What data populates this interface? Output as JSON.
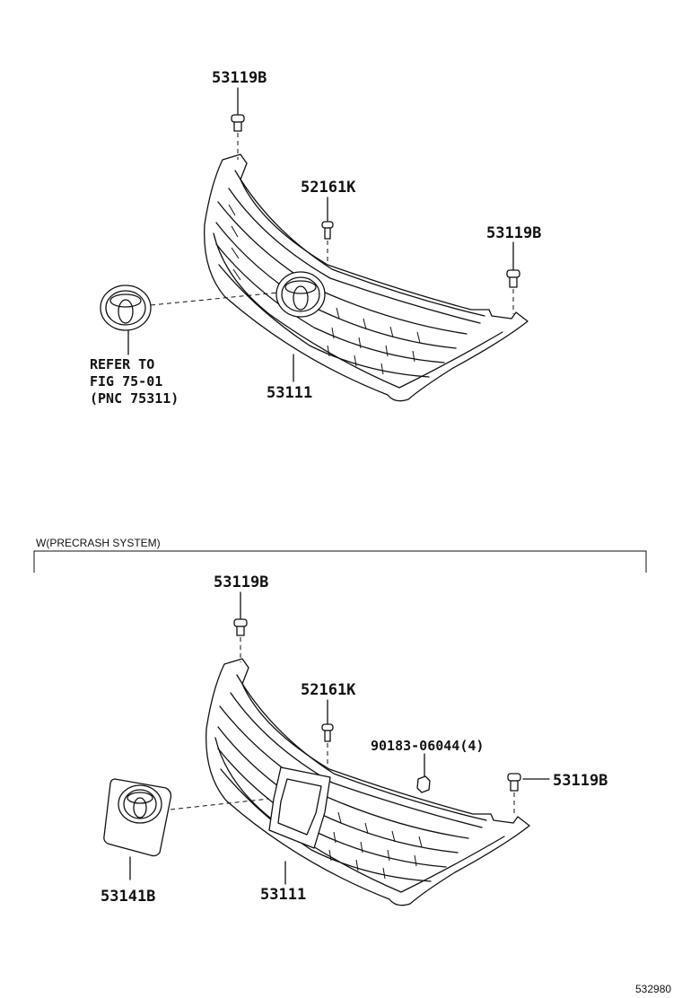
{
  "upper": {
    "clip_top": "53119B",
    "clip_mid": "52161K",
    "clip_right": "53119B",
    "grille": "53111",
    "refer_line1": "REFER TO",
    "refer_line2": "FIG 75-01",
    "refer_line3": "(PNC 75311)"
  },
  "lower": {
    "section_title": "W(PRECRASH SYSTEM)",
    "clip_top": "53119B",
    "clip_mid": "52161K",
    "nut": "90183-06044(4)",
    "clip_right": "53119B",
    "grille": "53111",
    "emblem": "53141B"
  },
  "figure_number": "532980"
}
